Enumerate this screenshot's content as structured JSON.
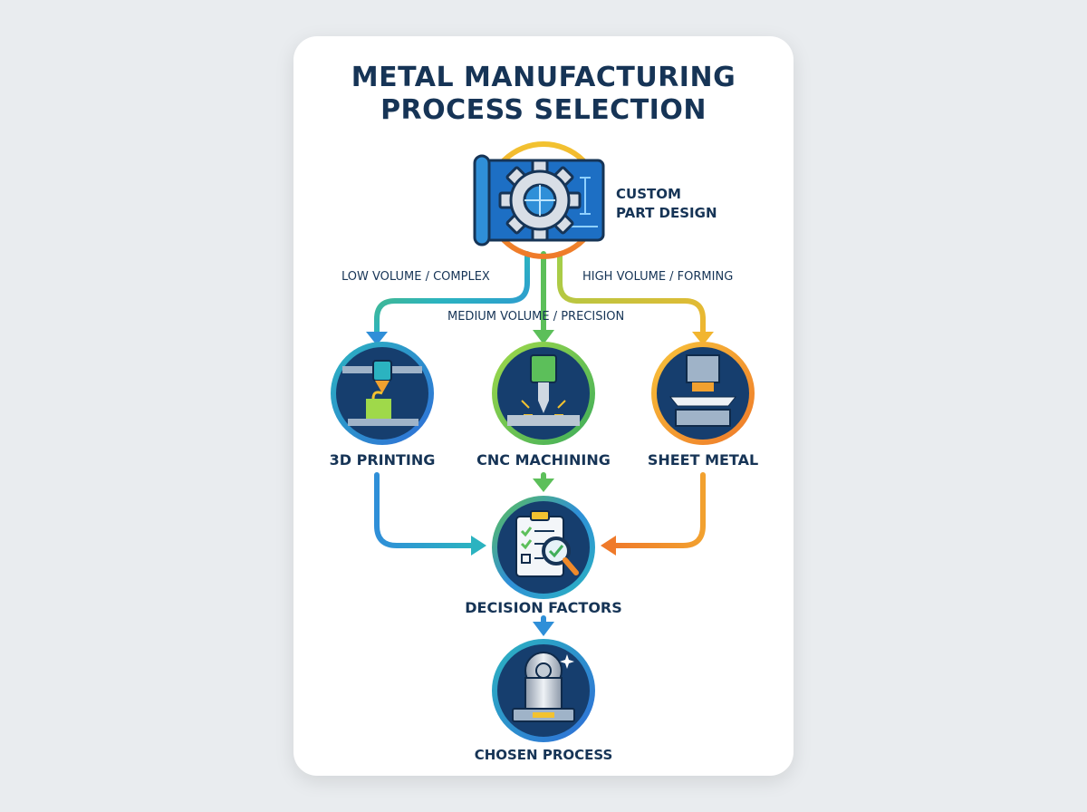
{
  "title": {
    "line1": "METAL MANUFACTURING",
    "line2": "PROCESS SELECTION"
  },
  "start": {
    "line1": "CUSTOM",
    "line2": "PART DESIGN",
    "icon": "blueprint-gear-icon"
  },
  "branches": {
    "left": "LOW VOLUME / COMPLEX",
    "center": "MEDIUM VOLUME / PRECISION",
    "right": "HIGH VOLUME / FORMING"
  },
  "processes": [
    {
      "label": "3D PRINTING",
      "icon": "3d-printer-icon",
      "color": "#2f8fd8"
    },
    {
      "label": "CNC MACHINING",
      "icon": "cnc-mill-icon",
      "color": "#5cbf5a"
    },
    {
      "label": "SHEET METAL",
      "icon": "press-brake-icon",
      "color": "#f2a12f"
    }
  ],
  "decision": {
    "label": "DECISION FACTORS",
    "icon": "checklist-magnifier-icon"
  },
  "result": {
    "label": "CHOSEN PROCESS",
    "icon": "trophy-part-icon"
  },
  "colors": {
    "navy": "#163456",
    "blue": "#2f8fd8",
    "teal": "#2bb3c0",
    "green": "#5cbf5a",
    "yellow": "#f2c230",
    "orange": "#ef8a2a"
  }
}
